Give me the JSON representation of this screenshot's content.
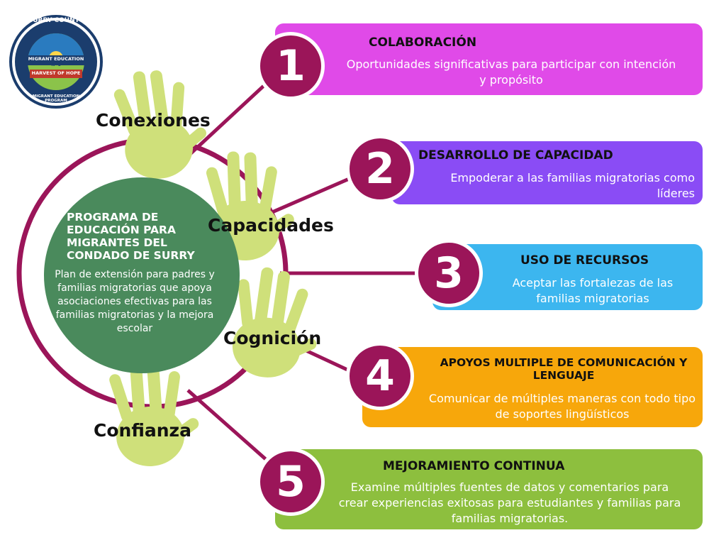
{
  "logo": {
    "top_text": "SURRY COUNTY",
    "band_text": "MIGRANT EDUCATION",
    "center_text": "N•C",
    "ribbon_text": "HARVEST OF HOPE",
    "bottom_text": "MIGRANT EDUCATION PROGRAM"
  },
  "center": {
    "title": "PROGRAMA DE EDUCACIÓN PARA MIGRANTES DEL CONDADO DE SURRY",
    "description": "Plan de extensión para padres y familias migratorias que apoya asociaciones efectivas para las familias migratorias y la mejora escolar"
  },
  "hands": [
    {
      "label": "Conexiones"
    },
    {
      "label": "Capacidades"
    },
    {
      "label": "Cognición"
    },
    {
      "label": "Confianza"
    }
  ],
  "items": [
    {
      "number": "1",
      "title": "COLABORACIÓN",
      "description": "Oportunidades significativas para participar con intención y propósito",
      "color": "#e04ae8"
    },
    {
      "number": "2",
      "title": "DESARROLLO DE CAPACIDAD",
      "description": "Empoderar a las familias migratorias como líderes",
      "color": "#8a4cf5"
    },
    {
      "number": "3",
      "title": "USO DE RECURSOS",
      "description": "Aceptar las fortalezas de las familias migratorias",
      "color": "#3cb6ef"
    },
    {
      "number": "4",
      "title": "APOYOS MULTIPLE DE COMUNICACIÓN Y LENGUAJE",
      "description": "Comunicar de múltiples maneras con todo tipo de soportes lingüísticos",
      "color": "#f7a70b"
    },
    {
      "number": "5",
      "title": "MEJORAMIENTO CONTINUA",
      "description": "Examine múltiples fuentes de datos y comentarios para crear experiencias exitosas para estudiantes y familias para familias migratorias.",
      "color": "#8dbf3e"
    }
  ],
  "colors": {
    "number_circle": "#9b1559",
    "ring": "#9b1559",
    "center_circle": "#4a8a5c",
    "hand": "#cfe07a"
  }
}
